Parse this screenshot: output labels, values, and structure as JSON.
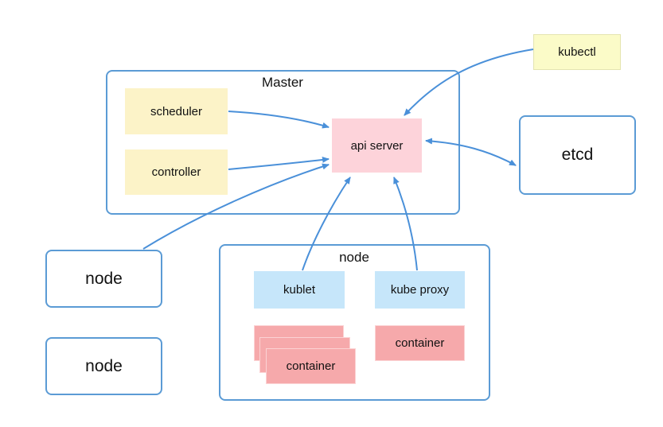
{
  "master": {
    "title": "Master"
  },
  "components": {
    "scheduler": "scheduler",
    "controller": "controller",
    "api_server": "api server",
    "etcd": "etcd",
    "kubectl": "kubectl"
  },
  "external_nodes": [
    "node",
    "node"
  ],
  "worker_node": {
    "title": "node",
    "kublet": "kublet",
    "kube_proxy": "kube proxy",
    "container_stack": "container",
    "container_single": "container"
  },
  "colors": {
    "frame_border": "#5b9bd5",
    "arrow": "#4a90d9",
    "yellow": "#fcf3c8",
    "pink": "#fdd3da",
    "blue": "#c6e6fa",
    "red": "#f6a9ab"
  }
}
